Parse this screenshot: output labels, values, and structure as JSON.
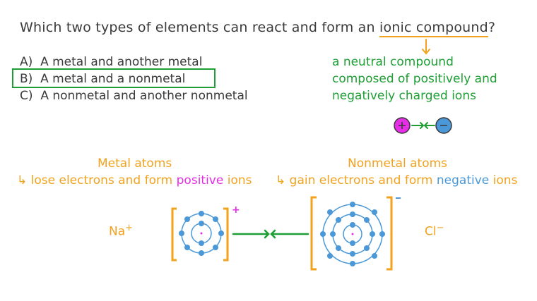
{
  "question": {
    "prefix": "Which two types of elements can react and form an ",
    "term": "ionic compound",
    "suffix": "?"
  },
  "options": [
    {
      "label": "A)",
      "text": "A metal and another metal",
      "selected": false
    },
    {
      "label": "B)",
      "text": "A metal and a nonmetal",
      "selected": true
    },
    {
      "label": "C)",
      "text": "A nonmetal and another nonmetal",
      "selected": false
    }
  ],
  "definition": {
    "lines": [
      "a neutral compound",
      "composed of positively and",
      "negatively charged ions"
    ]
  },
  "ion_icons": {
    "positive": "+",
    "negative": "−"
  },
  "metal": {
    "title": "Metal atoms",
    "arrow": "↳",
    "desc_prefix": "lose electrons and form ",
    "desc_highlight": "positive",
    "desc_suffix": " ions",
    "ion_symbol": "Na",
    "ion_charge": "+",
    "bracket_charge": "+"
  },
  "nonmetal": {
    "title": "Nonmetal atoms",
    "arrow": "↳",
    "desc_prefix": "gain electrons and form ",
    "desc_highlight": "negative",
    "desc_suffix": " ions",
    "ion_symbol": "Cl",
    "ion_charge": "−",
    "bracket_charge": "−"
  },
  "colors": {
    "text": "#3a3a3a",
    "answer_green": "#1e9e34",
    "orange": "#f2a21d",
    "magenta": "#e62ee6",
    "blue": "#4a98d8"
  }
}
